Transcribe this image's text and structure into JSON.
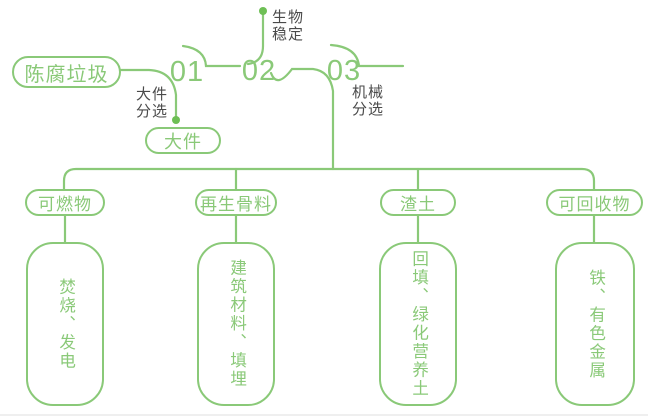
{
  "colors": {
    "line_green": "#8AC978",
    "dot_green": "#6EBF55",
    "label_dark": "#4A4A4A",
    "background": "#FFFFFF"
  },
  "source_pill": "陈腐垃圾",
  "steps": [
    {
      "number": "01",
      "label": "大件\n分选",
      "branch_node": "大件"
    },
    {
      "number": "02",
      "label": "生物\n稳定"
    },
    {
      "number": "03",
      "label": "机械\n分选"
    }
  ],
  "categories": [
    {
      "pill": "可燃物",
      "box": "焚烧、发电"
    },
    {
      "pill": "再生骨料",
      "box": "建筑材料、填埋"
    },
    {
      "pill": "渣土",
      "box": "回填、绿化营养土"
    },
    {
      "pill": "可回收物",
      "box": "铁、有色金属"
    }
  ]
}
